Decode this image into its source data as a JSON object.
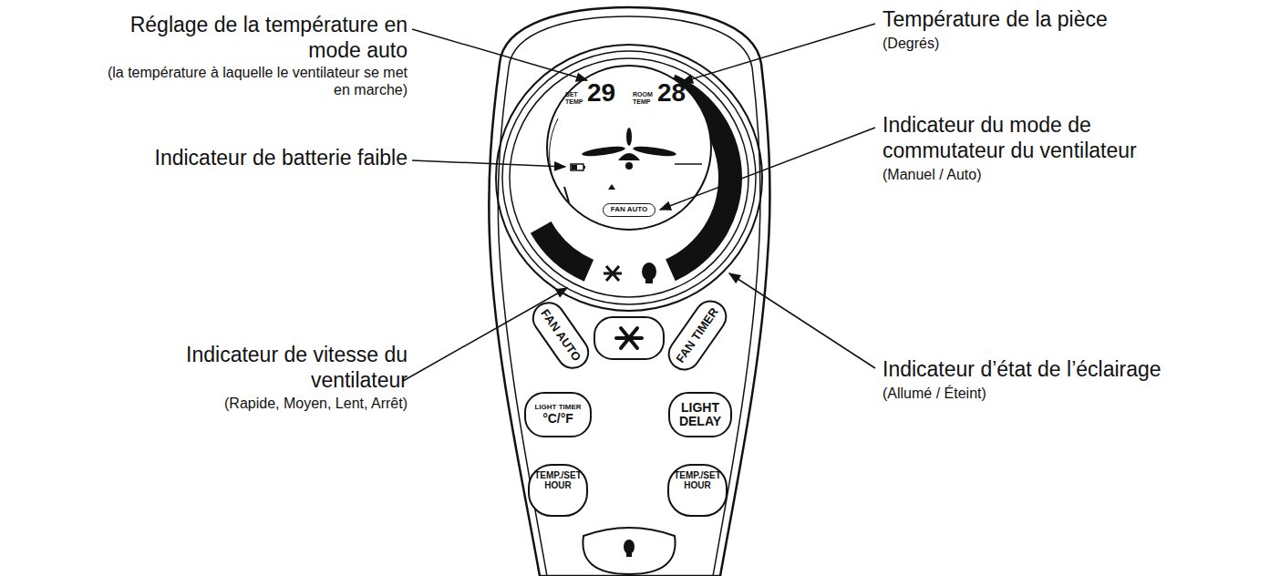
{
  "diagram": {
    "nodes": [
      {
        "text": [
          "FAN AUTO"
        ]
      },
      {
        "text": [
          "FAN AUTO"
        ]
      },
      {
        "text": [
          "FAN TIMER"
        ]
      },
      {
        "text": [
          "LIGHT TIMER",
          "°C/°F"
        ]
      },
      {
        "text": [
          "LIGHT DELAY"
        ]
      },
      {
        "text": [
          "TEMP./SET HOUR"
        ]
      },
      {
        "text": [
          "TEMP./SET HOUR"
        ]
      }
    ],
    "labels": [
      "Réglage de la température en mode auto",
      "(la température à laquelle le ventilateur se met en marche)",
      "Indicateur de batterie faible",
      "Indicateur de vitesse du ventilateur",
      "(Rapide, Moyen, Lent, Arrêt)",
      "Température de la pièce",
      "(Degrés)",
      "Indicateur du mode de commutateur du ventilateur",
      "(Manuel / Auto)",
      "Indicateur d’état de l’éclairage",
      "(Allumé / Éteint)",
      "SET TEMP",
      "29",
      "ROOM TEMP",
      "28"
    ]
  }
}
